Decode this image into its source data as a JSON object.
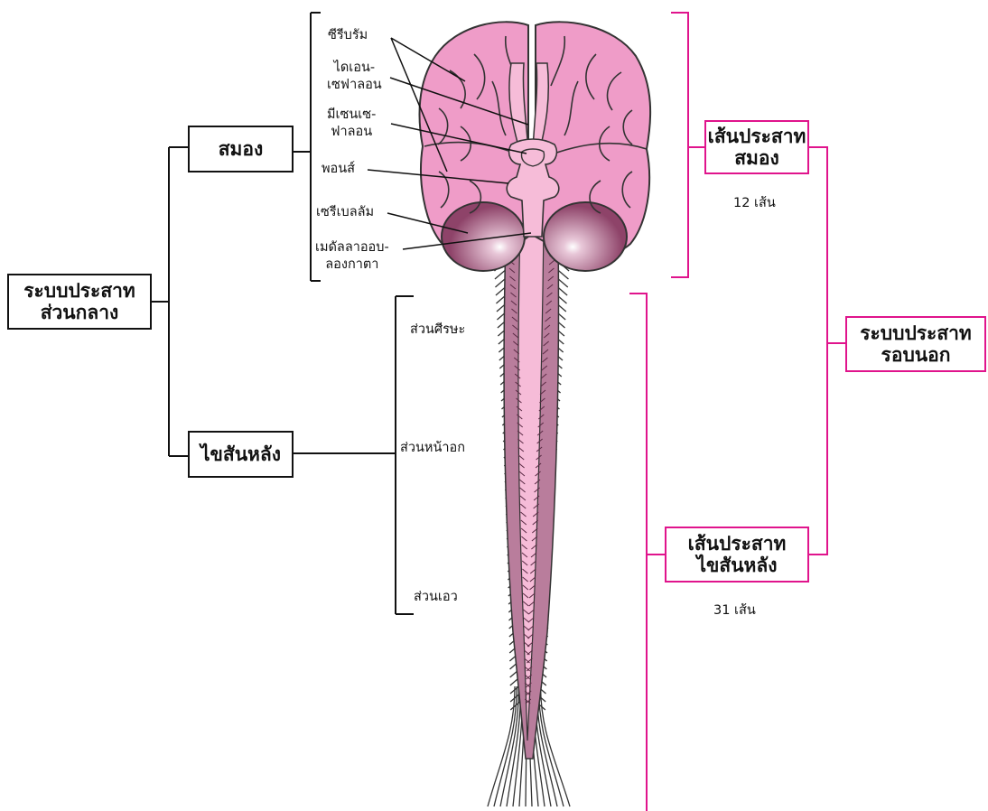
{
  "central": {
    "title_line1": "ระบบประสาท",
    "title_line2": "ส่วนกลาง",
    "brain": "สมอง",
    "spinal_cord": "ไขสันหลัง"
  },
  "brain_parts": {
    "cerebrum": "ซีรีบรัม",
    "diencephalon_1": "ไดเอน-",
    "diencephalon_2": "เซฟาลอน",
    "mesencephalon_1": "มีเซนเซ-",
    "mesencephalon_2": "ฟาลอน",
    "pons": "พอนส์",
    "cerebellum": "เซรีเบลลัม",
    "medulla_1": "เมดัลลาออบ-",
    "medulla_2": "ลองกาตา"
  },
  "spinal_parts": {
    "cervical": "ส่วนศีรษะ",
    "thoracic": "ส่วนหน้าอก",
    "lumbar": "ส่วนเอว"
  },
  "peripheral": {
    "title_line1": "ระบบประสาท",
    "title_line2": "รอบนอก",
    "cranial_line1": "เส้นประสาท",
    "cranial_line2": "สมอง",
    "cranial_count": "12 เส้น",
    "spinal_line1": "เส้นประสาท",
    "spinal_line2": "ไขสันหลัง",
    "spinal_count": "31 เส้น"
  },
  "colors": {
    "brain_pink": "#ef9cc8",
    "cerebellum": "#9c4f76",
    "cord_pink": "#f6bcd8",
    "bracket_pink": "#e0148c"
  }
}
